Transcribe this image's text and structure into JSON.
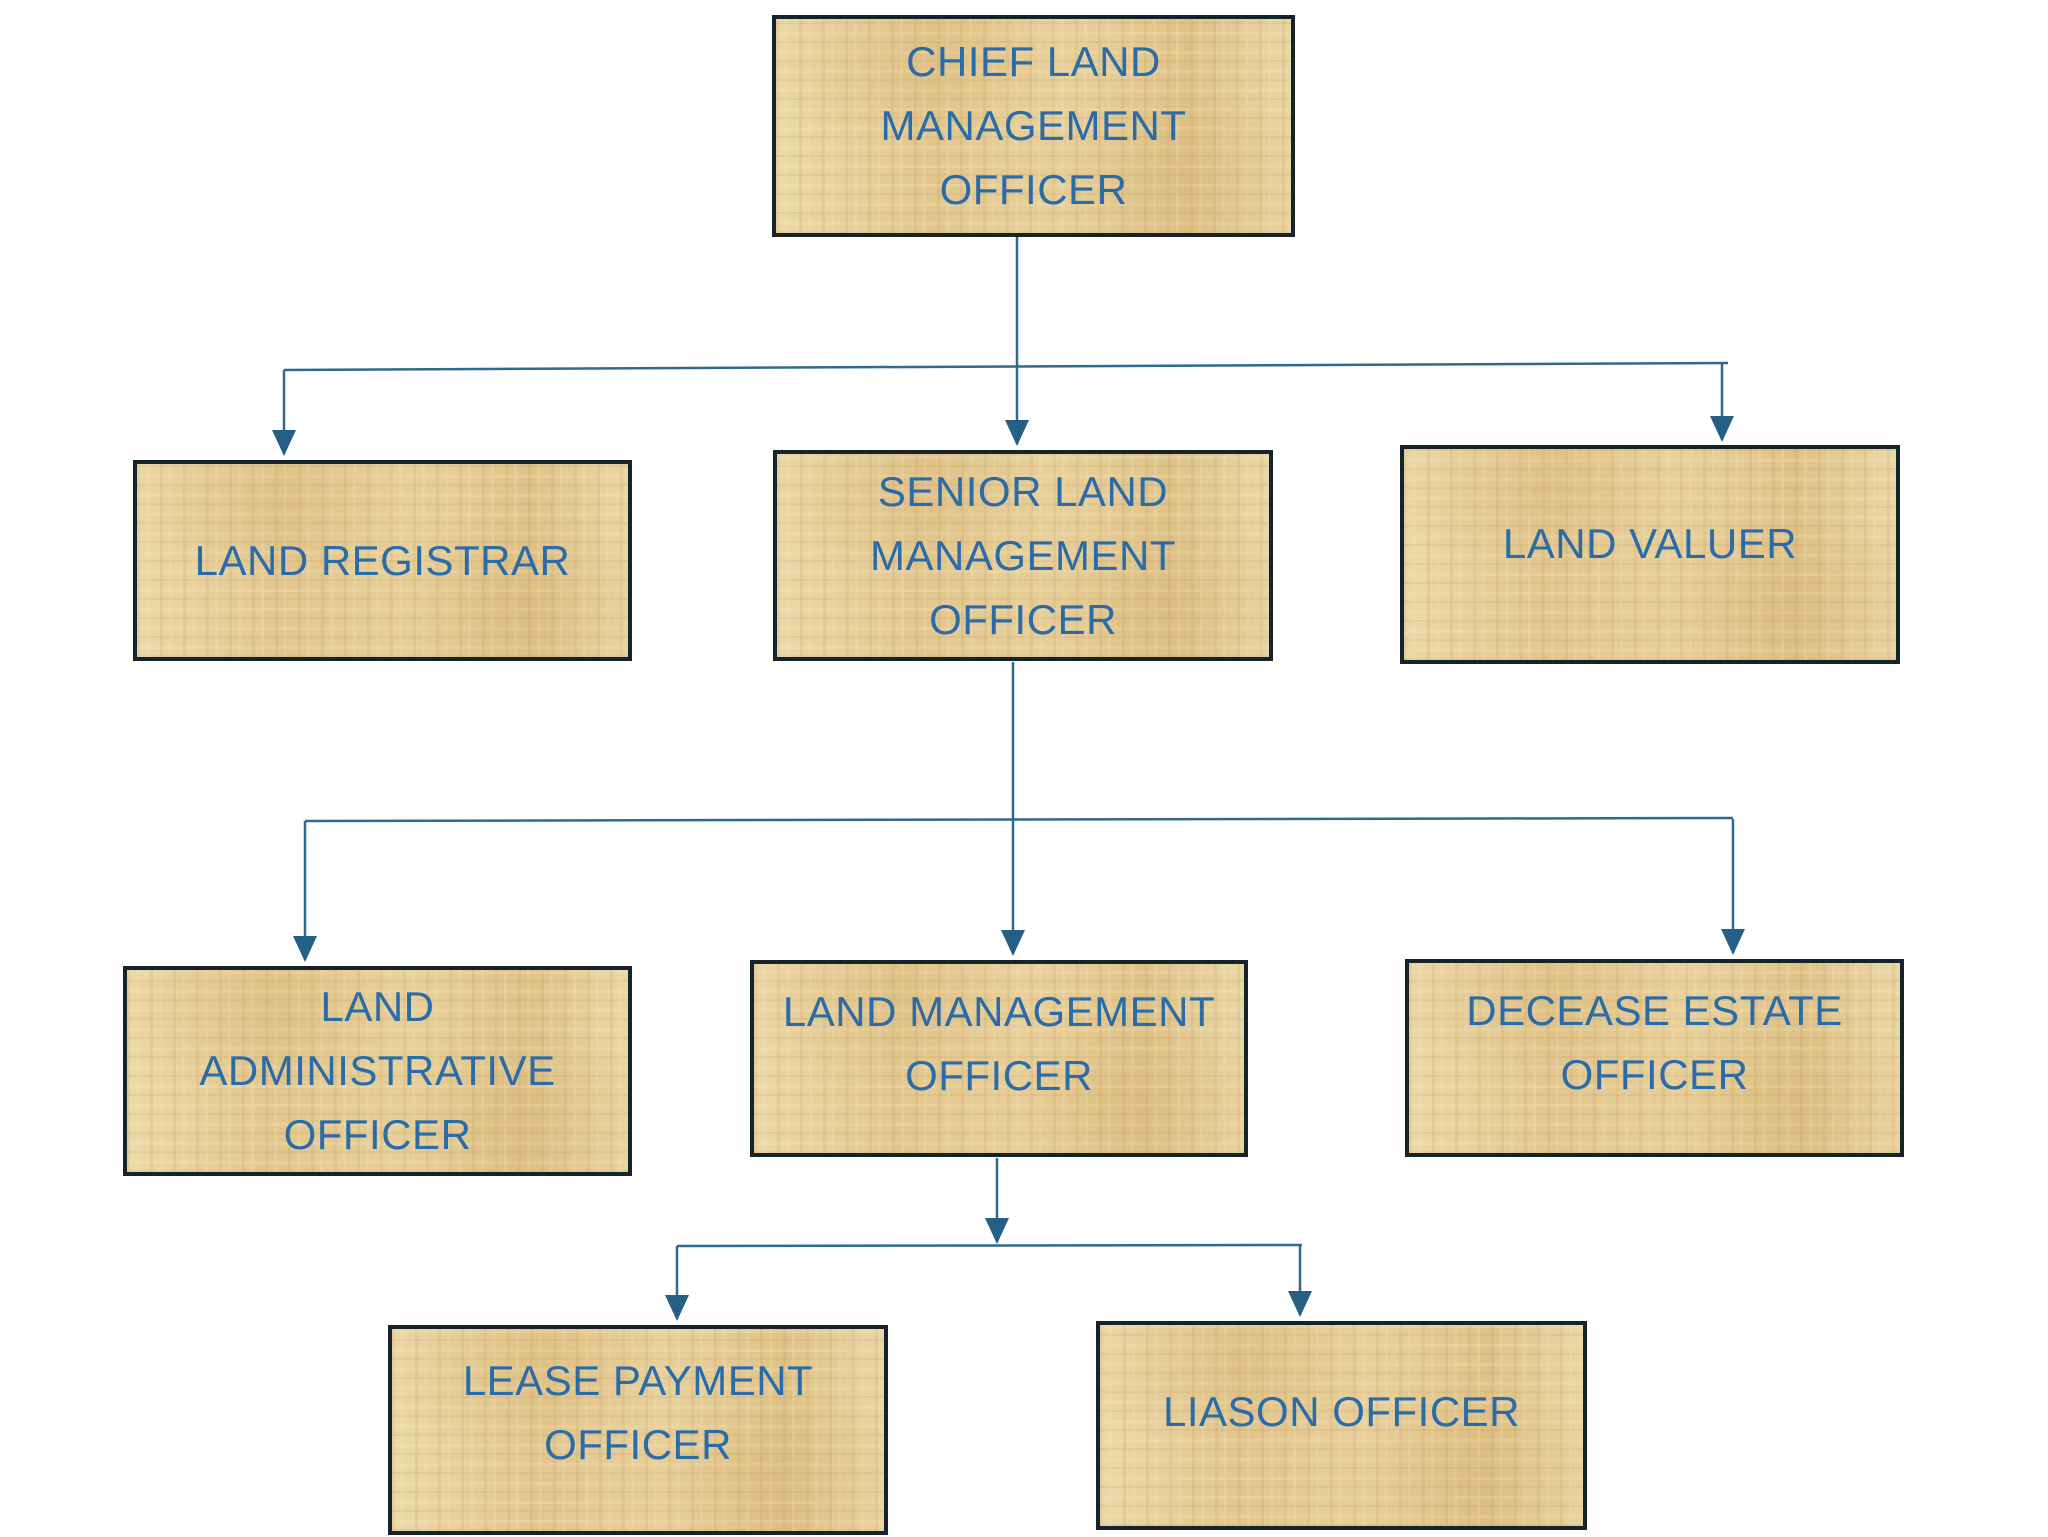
{
  "diagram": {
    "type": "org-chart",
    "colors": {
      "text_blue": "#2a6ca9",
      "connector_line": "#2e6b8c",
      "arrowhead": "#255f85",
      "box_fill": "#e7d09c",
      "box_border": "#15242a",
      "background": "#ffffff"
    },
    "nodes": {
      "chief": {
        "label": "CHIEF LAND MANAGEMENT OFFICER",
        "lines": [
          "CHIEF LAND",
          "MANAGEMENT",
          "OFFICER"
        ]
      },
      "registrar": {
        "label": "LAND REGISTRAR",
        "lines": [
          "LAND REGISTRAR"
        ]
      },
      "senior": {
        "label": "SENIOR LAND MANAGEMENT OFFICER",
        "lines": [
          "SENIOR LAND",
          "MANAGEMENT",
          "OFFICER"
        ]
      },
      "valuer": {
        "label": "LAND VALUER",
        "lines": [
          "LAND VALUER"
        ]
      },
      "admin": {
        "label": "LAND ADMINISTRATIVE OFFICER",
        "lines": [
          "LAND",
          "ADMINISTRATIVE",
          "OFFICER"
        ]
      },
      "mgmt": {
        "label": "LAND MANAGEMENT OFFICER",
        "lines": [
          "LAND MANAGEMENT",
          "OFFICER"
        ]
      },
      "decease": {
        "label": "DECEASE ESTATE OFFICER",
        "lines": [
          "DECEASE ESTATE",
          "OFFICER"
        ]
      },
      "lease": {
        "label": "LEASE PAYMENT OFFICER",
        "lines": [
          "LEASE PAYMENT",
          "OFFICER"
        ]
      },
      "liason": {
        "label": "LIASON OFFICER",
        "lines": [
          "LIASON OFFICER"
        ]
      }
    },
    "edges": [
      {
        "from": "chief",
        "to": "registrar"
      },
      {
        "from": "chief",
        "to": "senior"
      },
      {
        "from": "chief",
        "to": "valuer"
      },
      {
        "from": "senior",
        "to": "admin"
      },
      {
        "from": "senior",
        "to": "mgmt"
      },
      {
        "from": "senior",
        "to": "decease"
      },
      {
        "from": "mgmt",
        "to": "lease"
      },
      {
        "from": "mgmt",
        "to": "liason"
      }
    ]
  }
}
